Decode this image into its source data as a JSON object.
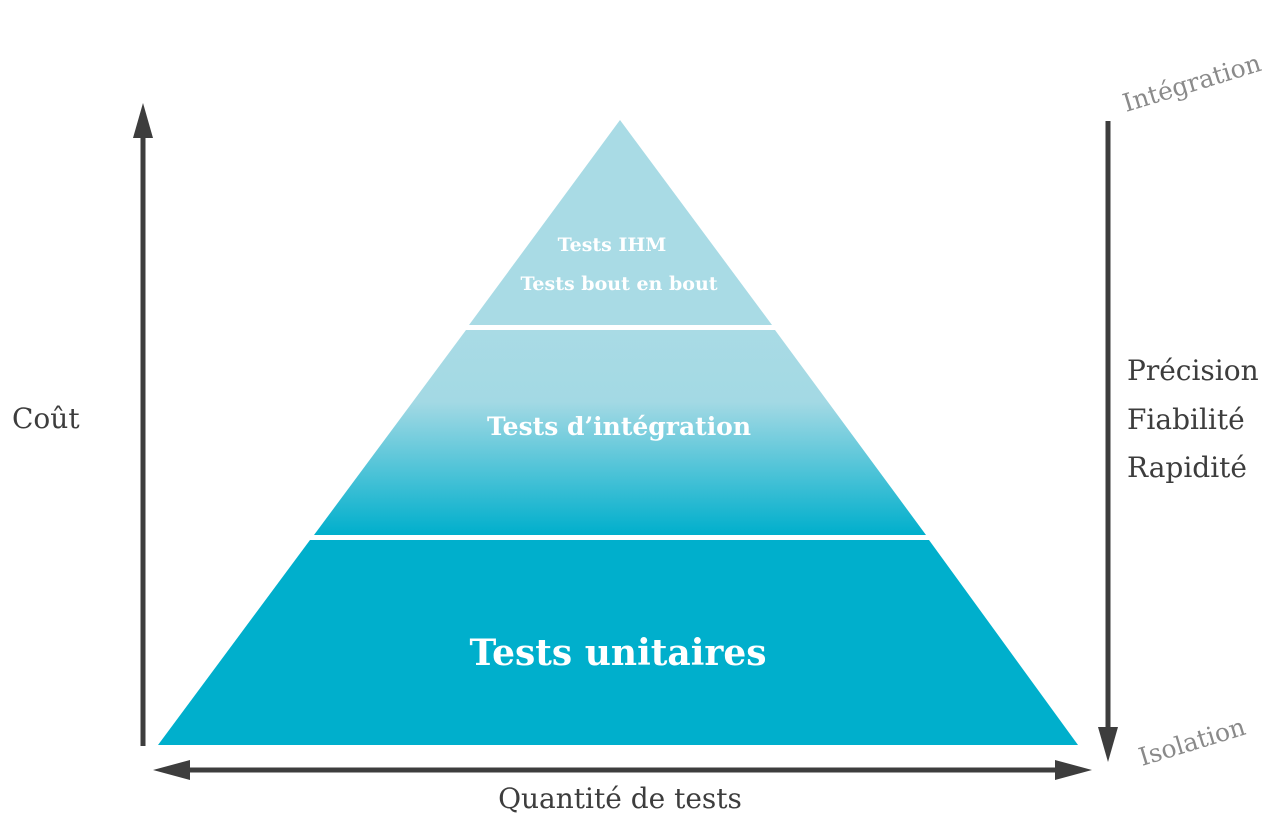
{
  "layers": {
    "top_line1": "Tests IHM",
    "top_line2": "Tests bout en bout",
    "middle": "Tests d’intégration",
    "bottom": "Tests unitaires"
  },
  "axes": {
    "cost": "Coût",
    "quantity": "Quantité de tests",
    "integration": "Intégration",
    "isolation": "Isolation",
    "qualities": [
      "Précision",
      "Fiabilité",
      "Rapidité"
    ]
  },
  "colors": {
    "light": "#a9dbe5",
    "dark": "#00afcc",
    "arrow": "#3d3d3d"
  }
}
